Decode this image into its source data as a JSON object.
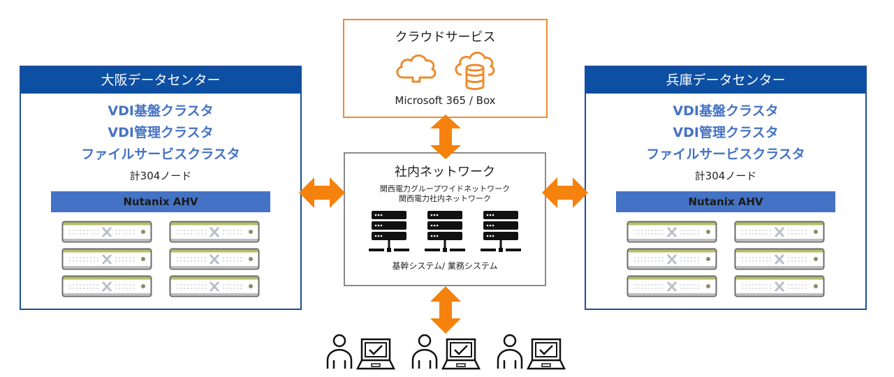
{
  "cloud": {
    "title": "クラウドサービス",
    "services": "Microsoft 365 / Box",
    "icons": [
      "cloud-icon",
      "cloud-database-icon"
    ],
    "border_color": "#ed8b2d"
  },
  "network": {
    "title": "社内ネットワーク",
    "lines": [
      "関西電力グループワイドネットワーク",
      "関西電力社内ネットワーク"
    ],
    "systems": "基幹システム/ 業務システム",
    "icons": [
      "server-rack-icon",
      "server-rack-icon",
      "server-rack-icon"
    ]
  },
  "datacenters": [
    {
      "name": "大阪データセンター",
      "clusters": [
        "VDI基盤クラスタ",
        "VDI管理クラスタ",
        "ファイルサービスクラスタ"
      ],
      "nodes": "計304ノード",
      "hypervisor": "Nutanix AHV",
      "server_count": 6
    },
    {
      "name": "兵庫データセンター",
      "clusters": [
        "VDI基盤クラスタ",
        "VDI管理クラスタ",
        "ファイルサービスクラスタ"
      ],
      "nodes": "計304ノード",
      "hypervisor": "Nutanix AHV",
      "server_count": 6
    }
  ],
  "users": {
    "count": 3,
    "icons": [
      "user-icon",
      "laptop-check-icon"
    ]
  },
  "colors": {
    "dc_header": "#0d4fa3",
    "cluster_text": "#4472c4",
    "hypervisor_bar": "#4472c4",
    "arrow": "#f5820d",
    "cloud_border": "#ed8b2d",
    "network_border": "#8a8a8a"
  }
}
